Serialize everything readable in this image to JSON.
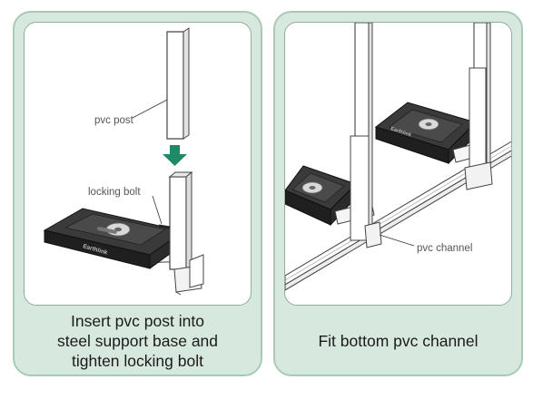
{
  "panels": [
    {
      "caption": "Insert pvc post into\nsteel support base and\ntighten locking bolt",
      "callouts": {
        "post": "pvc post",
        "bolt": "locking bolt"
      },
      "base_stamp": "Earthlink"
    },
    {
      "caption": "Fit bottom pvc channel",
      "callouts": {
        "channel": "pvc channel"
      },
      "base_stamp": "Earthlink"
    }
  ],
  "colors": {
    "panel_bg": "#d7e9de",
    "panel_border": "#a9c9b6",
    "arrow": "#1e8a68",
    "base_dark": "#2b2b2b",
    "pvc": "#ffffff"
  },
  "icons": {
    "insert_direction": "arrow-down-icon"
  }
}
